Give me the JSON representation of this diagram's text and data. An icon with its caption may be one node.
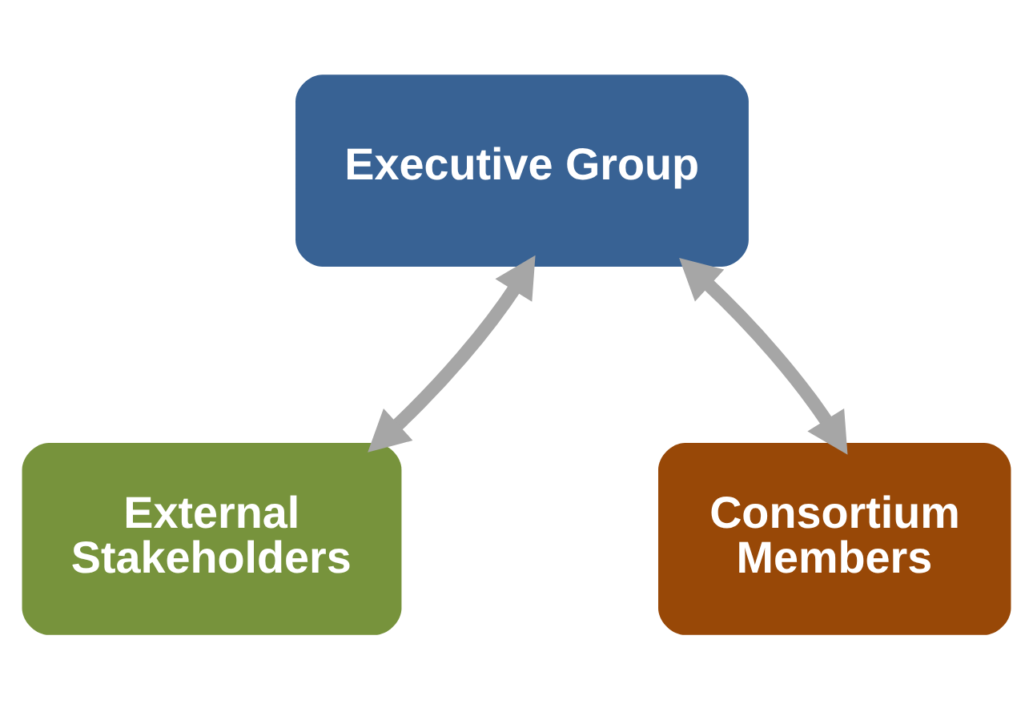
{
  "diagram": {
    "nodes": [
      {
        "text": [
          "Executive Group"
        ]
      },
      {
        "text": [
          "External Stakeholders"
        ]
      },
      {
        "text": [
          "Consortium Members"
        ]
      }
    ],
    "edges": [
      {
        "from": 1,
        "to": 0,
        "arrow": "both"
      },
      {
        "from": 0,
        "to": 2,
        "arrow": "both"
      }
    ]
  }
}
